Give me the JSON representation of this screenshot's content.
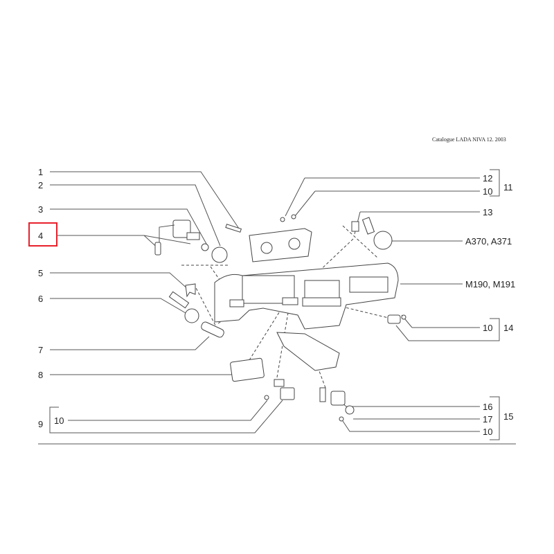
{
  "header": {
    "catalogue": "Catalogue LADA NIVA 12. 2003"
  },
  "callouts": {
    "c1": "1",
    "c2": "2",
    "c3": "3",
    "c4": "4",
    "c5": "5",
    "c6": "6",
    "c7": "7",
    "c8": "8",
    "c9": "9",
    "c9_10": "10",
    "c12": "12",
    "c11_10": "10",
    "c11": "11",
    "c13": "13",
    "a370": "A370, A371",
    "m190": "M190, M191",
    "c14_10": "10",
    "c14": "14",
    "c16": "16",
    "c17": "17",
    "c15_10": "10",
    "c15": "15"
  },
  "highlight": {
    "label": "4",
    "color": "#e8202a"
  }
}
